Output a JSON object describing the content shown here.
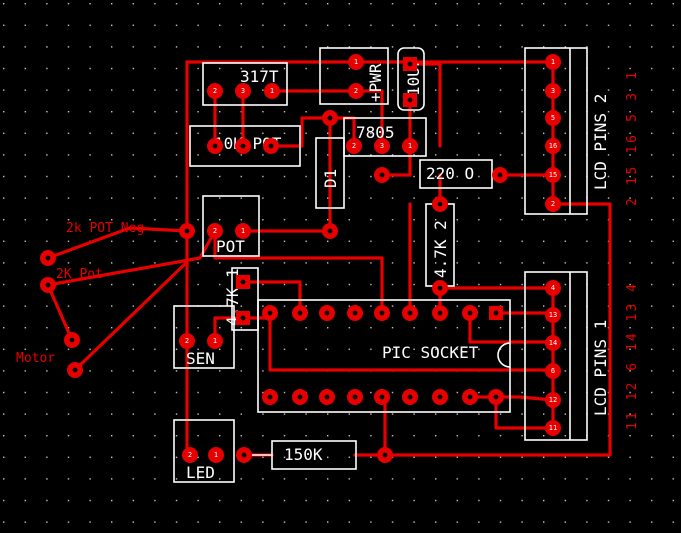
{
  "colors": {
    "background": "#000000",
    "copper": "#e60000",
    "silkscreen": "#ffffff",
    "grid": "#c8c8c8"
  },
  "components": {
    "reg317": "317T",
    "pwr": "+PWR",
    "cap": "10UF",
    "lcd2": "LCD PINS 2",
    "pot10k": "10K POT",
    "reg7805": "7805",
    "diode": "D1",
    "res220": "220 O",
    "res47k2": "4.7K 2",
    "pot": "POT",
    "res47k1": "4.7K 1",
    "pic": "PIC SOCKET",
    "lcd1": "LCD PINS 1",
    "sen": "SEN",
    "led": "LED",
    "res150k": "150K"
  },
  "offboard": {
    "pot_neg": "2k POT Neg",
    "pot": "2K Pot",
    "motor": "Motor"
  },
  "lcd2_pin_numbers": [
    "1",
    "3",
    "5",
    "16",
    "15",
    "2"
  ],
  "lcd2_side_label": "2 15 16 5 3 1",
  "lcd1_pin_numbers": [
    "4",
    "13",
    "14",
    "6",
    "12",
    "11"
  ],
  "lcd1_side_label": "11 12 6 14 13 4",
  "pin_labels": {
    "one": "1",
    "two": "2",
    "three": "3"
  }
}
